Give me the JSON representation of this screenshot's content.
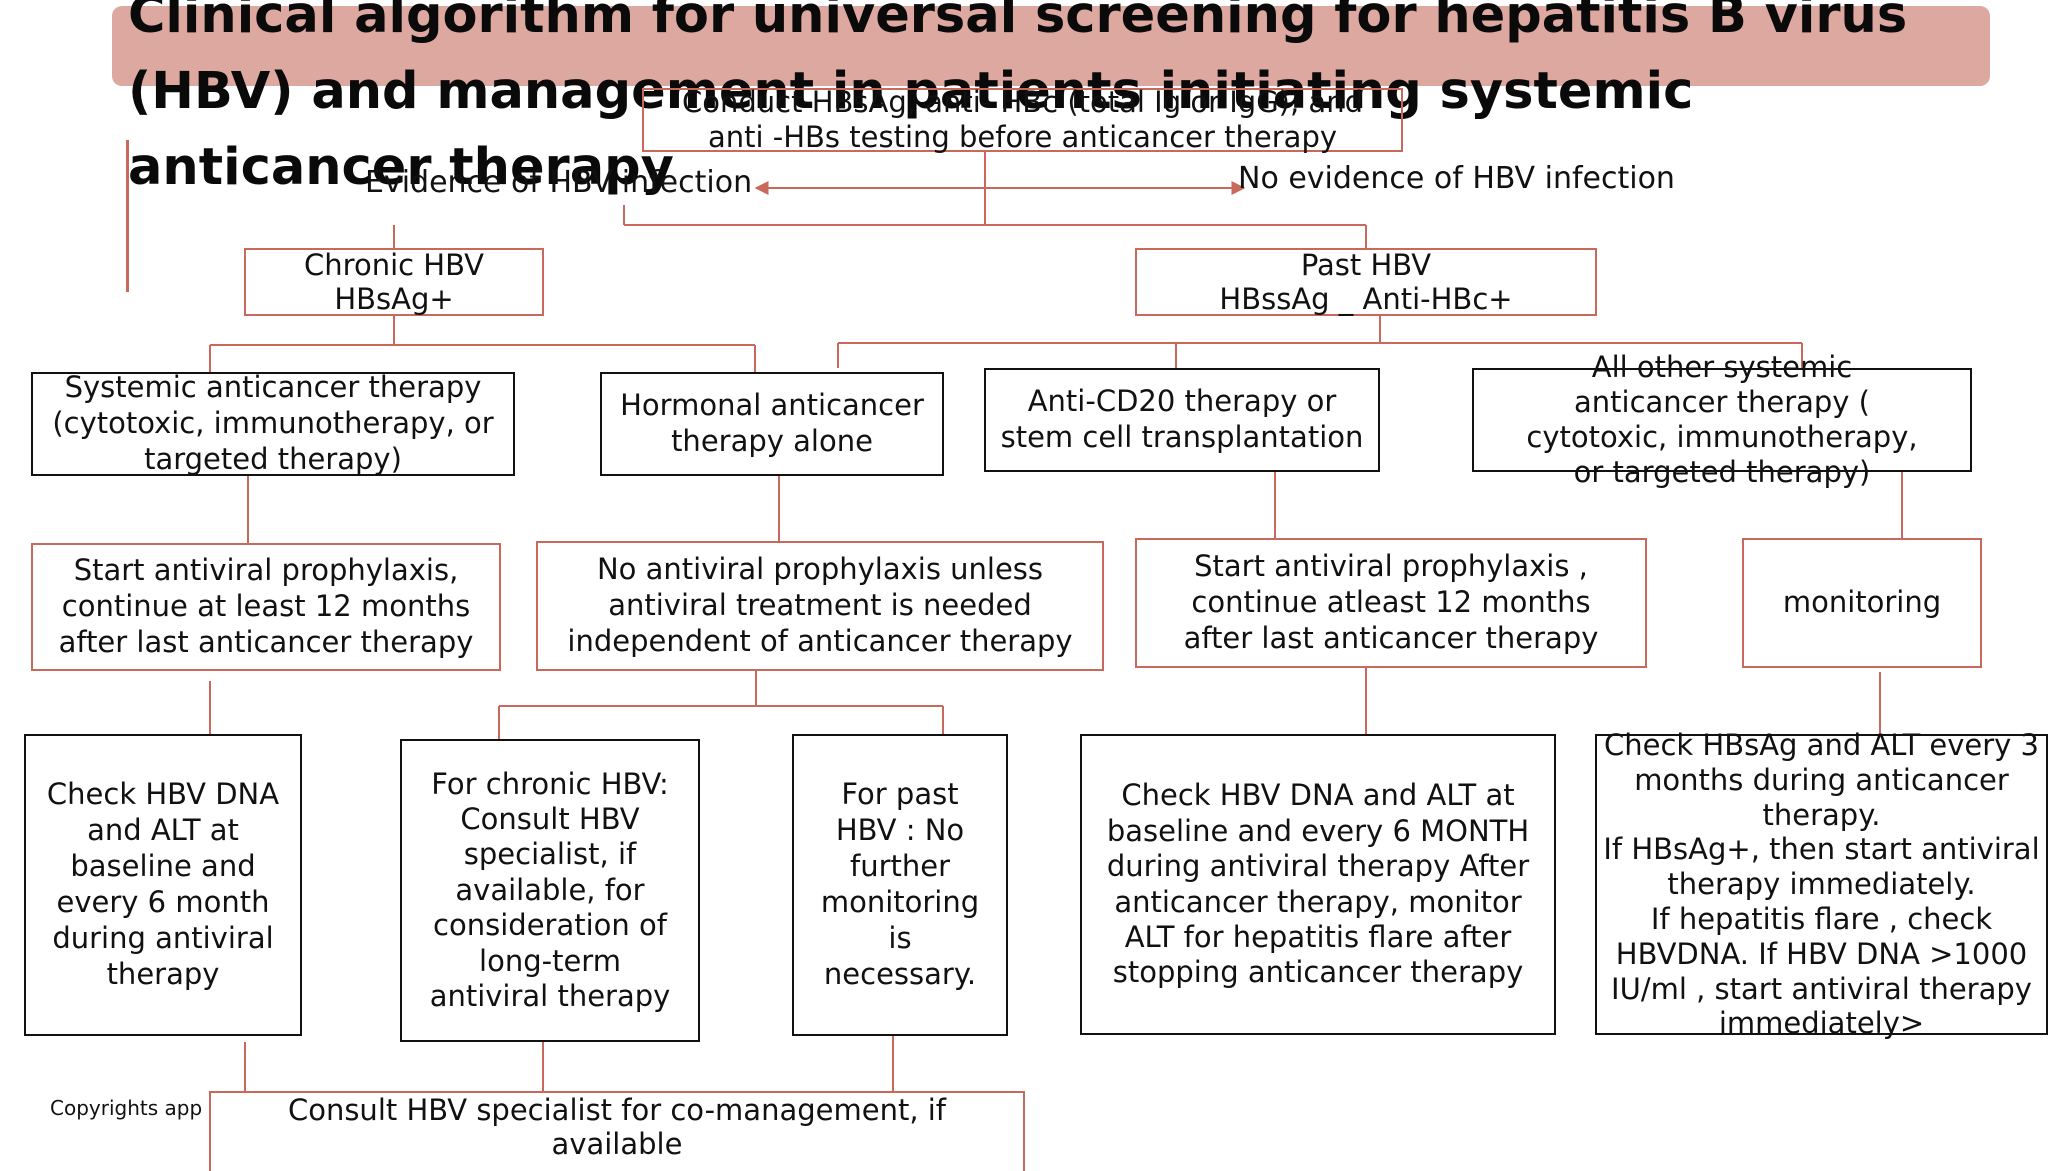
{
  "title": "Clinical algorithm for universal screening for hepatitis B virus (HBV) and management  in patients initiating systemic anticancer therapy",
  "boxes": {
    "top": "Conduct HBsAg, anti- HBc (total Ig or IgG), and anti -HBs testing before anticancer therapy",
    "chronic": "Chronic HBV\nHBsAg+",
    "past": "Past HBV\nHBssAg _ Anti-HBc+",
    "systemic": "Systemic anticancer therapy (cytotoxic, immunotherapy, or targeted therapy)",
    "hormonal": "Hormonal anticancer therapy alone",
    "anticd20": "Anti-CD20 therapy or stem cell transplantation",
    "allother": "All other systemic anticancer therapy ( cytotoxic, immunotherapy, or targeted therapy)",
    "start1": "Start antiviral prophylaxis, continue at least 12 months after last anticancer therapy",
    "noanti": "No antiviral prophylaxis unless antiviral treatment is needed independent of anticancer therapy",
    "start2": "Start antiviral prophylaxis , continue atleast 12 months after last anticancer therapy",
    "monitoring": "monitoring",
    "check1": "Check HBV DNA and ALT at baseline and every 6 month during antiviral therapy",
    "forchronic": "For chronic HBV: Consult HBV specialist, if available, for consideration of long-term antiviral therapy",
    "forpast": "For past HBV : No further monitoring is necessary.",
    "check2": "Check HBV DNA and ALT at baseline and every 6 MONTH during antiviral therapy After anticancer therapy, monitor ALT for hepatitis flare after stopping anticancer therapy",
    "check3": "Check HBsAg and ALT every 3 months during anticancer therapy.\nIf HBsAg+, then start antiviral therapy immediately.\nIf hepatitis flare , check HBVDNA. If HBV DNA >1000 IU/ml , start antiviral therapy immediately>",
    "consult": "Consult HBV specialist for co-management, if available"
  },
  "labels": {
    "evidence": "Evidence of HBV infection",
    "noevidence": "No evidence of HBV infection",
    "copyright": "Copyrights app"
  },
  "colors": {
    "accent": "#c9695c",
    "title_band": "#dca89f"
  }
}
